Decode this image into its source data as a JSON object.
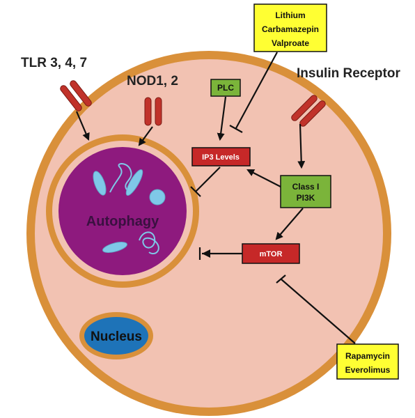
{
  "colors": {
    "membrane": "#D9903A",
    "cytoplasm": "#F2C2B2",
    "vesicle": "#8E1A7E",
    "receptor": "#C0322A",
    "red_box": "#C62828",
    "green_box": "#7BB43A",
    "yellow_box": "#FFFF33",
    "nucleus": "#1E73B8",
    "organelle": "#7FC8E8"
  },
  "receptors": {
    "tlr": "TLR 3, 4, 7",
    "nod": "NOD1, 2",
    "insulin": "Insulin Receptor"
  },
  "drugs_top": [
    "Lithium",
    "Carbamazepin",
    "Valproate"
  ],
  "drugs_bottom": [
    "Rapamycin",
    "Everolimus"
  ],
  "nodes": {
    "plc": "PLC",
    "ip3": "IP3 Levels",
    "pi3k_line1": "Class I",
    "pi3k_line2": "PI3K",
    "mtor": "mTOR"
  },
  "compartments": {
    "autophagy": "Autophagy",
    "nucleus": "Nucleus"
  }
}
